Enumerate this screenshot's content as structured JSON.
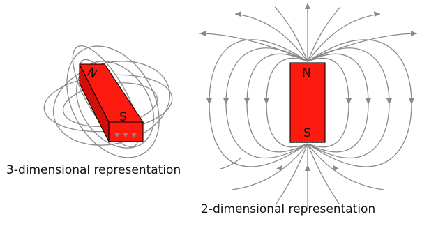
{
  "diagram": {
    "left": {
      "caption": "3-dimensional representation",
      "north_label": "N",
      "south_label": "S"
    },
    "right": {
      "caption": "2-dimensional representation",
      "north_label": "N",
      "south_label": "S"
    },
    "colors": {
      "magnet": "#ff1a10",
      "field_lines": "#8a8a8a",
      "text": "#111111"
    }
  }
}
